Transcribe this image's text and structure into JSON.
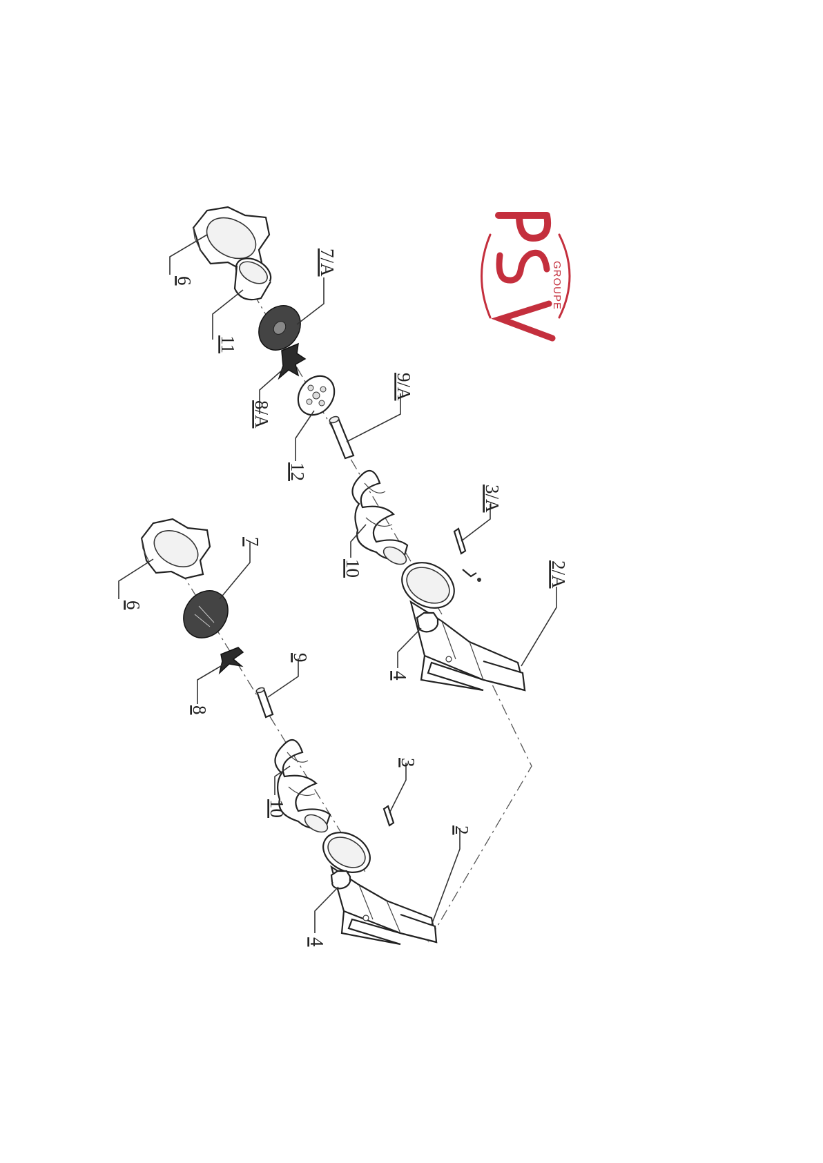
{
  "brand": {
    "logo_letters": "PSV",
    "logo_tagline": "GROUPE",
    "color": "#c42f3d"
  },
  "labels": {
    "p6_upper": "6",
    "p11": "11",
    "p7a": "7/A",
    "p8a": "8/A",
    "p12": "12",
    "p9a": "9/A",
    "p10_upper": "10",
    "p3a": "3/A",
    "p2a": "2/A",
    "p4_upper": "4",
    "p6_lower": "6",
    "p7": "7",
    "p8": "8",
    "p9": "9",
    "p10_lower": "10",
    "p3": "3",
    "p2": "2",
    "p4_lower": "4"
  }
}
